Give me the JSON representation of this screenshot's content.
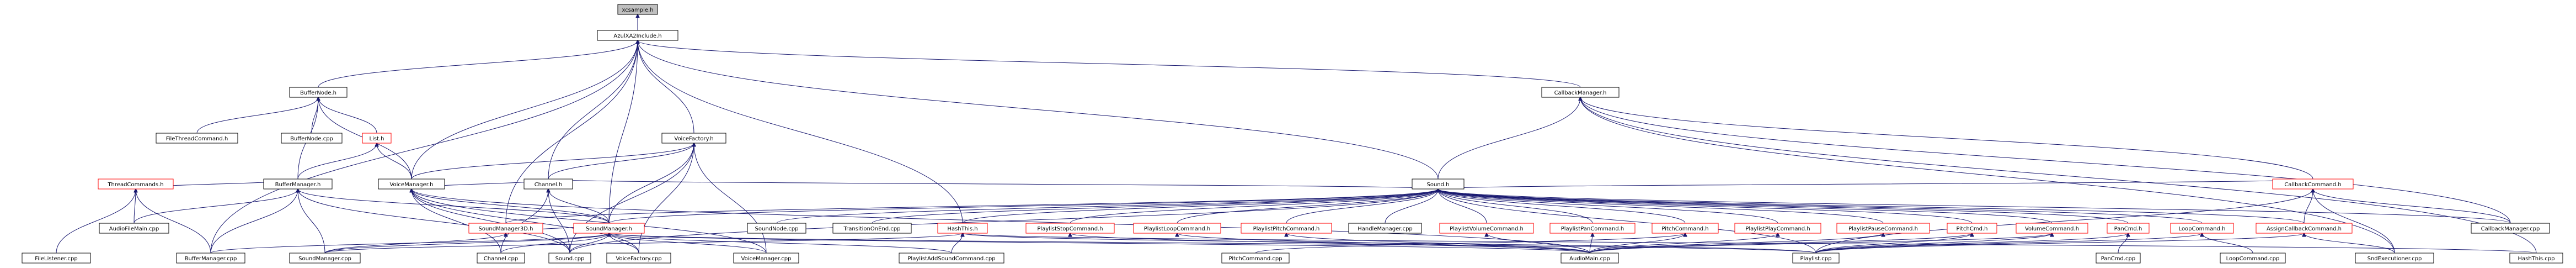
{
  "diagram": {
    "nodes": [
      {
        "id": "n0",
        "label": "xcsample.h",
        "style": "root"
      },
      {
        "id": "n1",
        "label": "AzulXA2Include.h",
        "style": "normal"
      },
      {
        "id": "n2",
        "label": "BufferNode.h",
        "style": "normal"
      },
      {
        "id": "n3",
        "label": "CallbackManager.h",
        "style": "normal"
      },
      {
        "id": "n4",
        "label": "VoiceFactory.h",
        "style": "normal"
      },
      {
        "id": "n5",
        "label": "List.h",
        "style": "incomplete"
      },
      {
        "id": "n6",
        "label": "FileThreadCommand.h",
        "style": "normal"
      },
      {
        "id": "n7",
        "label": "BufferNode.cpp",
        "style": "normal"
      },
      {
        "id": "n8",
        "label": "ThreadCommands.h",
        "style": "incomplete"
      },
      {
        "id": "n9",
        "label": "BufferManager.h",
        "style": "normal"
      },
      {
        "id": "n10",
        "label": "VoiceManager.h",
        "style": "normal"
      },
      {
        "id": "n11",
        "label": "Channel.h",
        "style": "normal"
      },
      {
        "id": "n12",
        "label": "Sound.h",
        "style": "normal"
      },
      {
        "id": "n13",
        "label": "CallbackCommand.h",
        "style": "incomplete"
      },
      {
        "id": "n14",
        "label": "AudioFileMain.cpp",
        "style": "normal"
      },
      {
        "id": "n15",
        "label": "SoundManager3D.h",
        "style": "incomplete"
      },
      {
        "id": "n16",
        "label": "SoundManager.h",
        "style": "incomplete"
      },
      {
        "id": "n17",
        "label": "SoundNode.cpp",
        "style": "normal"
      },
      {
        "id": "n18",
        "label": "TransitionOnEnd.cpp",
        "style": "normal"
      },
      {
        "id": "n19",
        "label": "HashThis.h",
        "style": "incomplete"
      },
      {
        "id": "n20",
        "label": "PlaylistStopCommand.h",
        "style": "incomplete"
      },
      {
        "id": "n21",
        "label": "PlaylistLoopCommand.h",
        "style": "incomplete"
      },
      {
        "id": "n22",
        "label": "PlaylistPitchCommand.h",
        "style": "incomplete"
      },
      {
        "id": "n23",
        "label": "HandleManager.cpp",
        "style": "normal"
      },
      {
        "id": "n24",
        "label": "PlaylistVolumeCommand.h",
        "style": "incomplete"
      },
      {
        "id": "n25",
        "label": "PlaylistPanCommand.h",
        "style": "incomplete"
      },
      {
        "id": "n26",
        "label": "PitchCommand.h",
        "style": "incomplete"
      },
      {
        "id": "n27",
        "label": "PlaylistPlayCommand.h",
        "style": "incomplete"
      },
      {
        "id": "n28",
        "label": "PlaylistPauseCommand.h",
        "style": "incomplete"
      },
      {
        "id": "n29",
        "label": "PitchCmd.h",
        "style": "incomplete"
      },
      {
        "id": "n30",
        "label": "VolumeCommand.h",
        "style": "incomplete"
      },
      {
        "id": "n31",
        "label": "PanCmd.h",
        "style": "incomplete"
      },
      {
        "id": "n32",
        "label": "LoopCommand.h",
        "style": "incomplete"
      },
      {
        "id": "n33",
        "label": "AssignCallbackCommand.h",
        "style": "incomplete"
      },
      {
        "id": "n34",
        "label": "CallbackManager.cpp",
        "style": "normal"
      },
      {
        "id": "n35",
        "label": "FileListener.cpp",
        "style": "normal"
      },
      {
        "id": "n36",
        "label": "BufferManager.cpp",
        "style": "normal"
      },
      {
        "id": "n37",
        "label": "SoundManager.cpp",
        "style": "normal"
      },
      {
        "id": "n38",
        "label": "Channel.cpp",
        "style": "normal"
      },
      {
        "id": "n39",
        "label": "Sound.cpp",
        "style": "normal"
      },
      {
        "id": "n40",
        "label": "VoiceFactory.cpp",
        "style": "normal"
      },
      {
        "id": "n41",
        "label": "VoiceManager.cpp",
        "style": "normal"
      },
      {
        "id": "n42",
        "label": "PlaylistAddSoundCommand.cpp",
        "style": "normal"
      },
      {
        "id": "n43",
        "label": "PitchCommand.cpp",
        "style": "normal"
      },
      {
        "id": "n44",
        "label": "AudioMain.cpp",
        "style": "normal"
      },
      {
        "id": "n45",
        "label": "Playlist.cpp",
        "style": "normal"
      },
      {
        "id": "n46",
        "label": "PanCmd.cpp",
        "style": "normal"
      },
      {
        "id": "n47",
        "label": "LoopCommand.cpp",
        "style": "normal"
      },
      {
        "id": "n48",
        "label": "SndExecutioner.cpp",
        "style": "normal"
      },
      {
        "id": "n49",
        "label": "HashThis.cpp",
        "style": "normal"
      }
    ],
    "edges": [
      [
        "n1",
        "n0"
      ],
      [
        "n2",
        "n1"
      ],
      [
        "n3",
        "n1"
      ],
      [
        "n4",
        "n1"
      ],
      [
        "n10",
        "n1"
      ],
      [
        "n12",
        "n1"
      ],
      [
        "n19",
        "n1"
      ],
      [
        "n16",
        "n1"
      ],
      [
        "n15",
        "n1"
      ],
      [
        "n11",
        "n1"
      ],
      [
        "n36",
        "n1"
      ],
      [
        "n5",
        "n2"
      ],
      [
        "n6",
        "n2"
      ],
      [
        "n7",
        "n2"
      ],
      [
        "n9",
        "n2"
      ],
      [
        "n10",
        "n2"
      ],
      [
        "n9",
        "n5"
      ],
      [
        "n10",
        "n5"
      ],
      [
        "n9",
        "n8"
      ],
      [
        "n14",
        "n8"
      ],
      [
        "n35",
        "n8"
      ],
      [
        "n36",
        "n8"
      ],
      [
        "n14",
        "n9"
      ],
      [
        "n16",
        "n9"
      ],
      [
        "n36",
        "n9"
      ],
      [
        "n37",
        "n9"
      ],
      [
        "n39",
        "n9"
      ],
      [
        "n11",
        "n10"
      ],
      [
        "n16",
        "n10"
      ],
      [
        "n41",
        "n10"
      ],
      [
        "n38",
        "n10"
      ],
      [
        "n40",
        "n10"
      ],
      [
        "n39",
        "n10"
      ],
      [
        "n44",
        "n10"
      ],
      [
        "n10",
        "n4"
      ],
      [
        "n11",
        "n4"
      ],
      [
        "n16",
        "n4"
      ],
      [
        "n40",
        "n4"
      ],
      [
        "n41",
        "n4"
      ],
      [
        "n39",
        "n4"
      ],
      [
        "n16",
        "n11"
      ],
      [
        "n38",
        "n11"
      ],
      [
        "n39",
        "n11"
      ],
      [
        "n12",
        "n3"
      ],
      [
        "n13",
        "n3"
      ],
      [
        "n34",
        "n3"
      ],
      [
        "n48",
        "n3"
      ],
      [
        "n49",
        "n3"
      ],
      [
        "n15",
        "n12"
      ],
      [
        "n16",
        "n12"
      ],
      [
        "n17",
        "n12"
      ],
      [
        "n18",
        "n12"
      ],
      [
        "n19",
        "n12"
      ],
      [
        "n20",
        "n12"
      ],
      [
        "n21",
        "n12"
      ],
      [
        "n22",
        "n12"
      ],
      [
        "n23",
        "n12"
      ],
      [
        "n24",
        "n12"
      ],
      [
        "n25",
        "n12"
      ],
      [
        "n26",
        "n12"
      ],
      [
        "n27",
        "n12"
      ],
      [
        "n28",
        "n12"
      ],
      [
        "n29",
        "n12"
      ],
      [
        "n30",
        "n12"
      ],
      [
        "n31",
        "n12"
      ],
      [
        "n32",
        "n12"
      ],
      [
        "n33",
        "n12"
      ],
      [
        "n13",
        "n12"
      ],
      [
        "n39",
        "n12"
      ],
      [
        "n45",
        "n12"
      ],
      [
        "n34",
        "n12"
      ],
      [
        "n11",
        "n12"
      ],
      [
        "n33",
        "n13"
      ],
      [
        "n34",
        "n13"
      ],
      [
        "n48",
        "n13"
      ],
      [
        "n45",
        "n13"
      ],
      [
        "n16",
        "n15"
      ],
      [
        "n37",
        "n15"
      ],
      [
        "n36",
        "n16"
      ],
      [
        "n37",
        "n16"
      ],
      [
        "n38",
        "n16"
      ],
      [
        "n39",
        "n16"
      ],
      [
        "n40",
        "n16"
      ],
      [
        "n41",
        "n16"
      ],
      [
        "n42",
        "n16"
      ],
      [
        "n44",
        "n16"
      ],
      [
        "n45",
        "n16"
      ],
      [
        "n42",
        "n19"
      ],
      [
        "n45",
        "n19"
      ],
      [
        "n37",
        "n19"
      ],
      [
        "n49",
        "n19"
      ],
      [
        "n44",
        "n20"
      ],
      [
        "n44",
        "n21"
      ],
      [
        "n44",
        "n22"
      ],
      [
        "n44",
        "n24"
      ],
      [
        "n44",
        "n25"
      ],
      [
        "n43",
        "n26"
      ],
      [
        "n44",
        "n26"
      ],
      [
        "n44",
        "n27"
      ],
      [
        "n44",
        "n28"
      ],
      [
        "n45",
        "n29"
      ],
      [
        "n44",
        "n29"
      ],
      [
        "n45",
        "n30"
      ],
      [
        "n44",
        "n30"
      ],
      [
        "n46",
        "n31"
      ],
      [
        "n45",
        "n31"
      ],
      [
        "n47",
        "n32"
      ],
      [
        "n45",
        "n32"
      ],
      [
        "n48",
        "n33"
      ],
      [
        "n45",
        "n33"
      ]
    ]
  }
}
